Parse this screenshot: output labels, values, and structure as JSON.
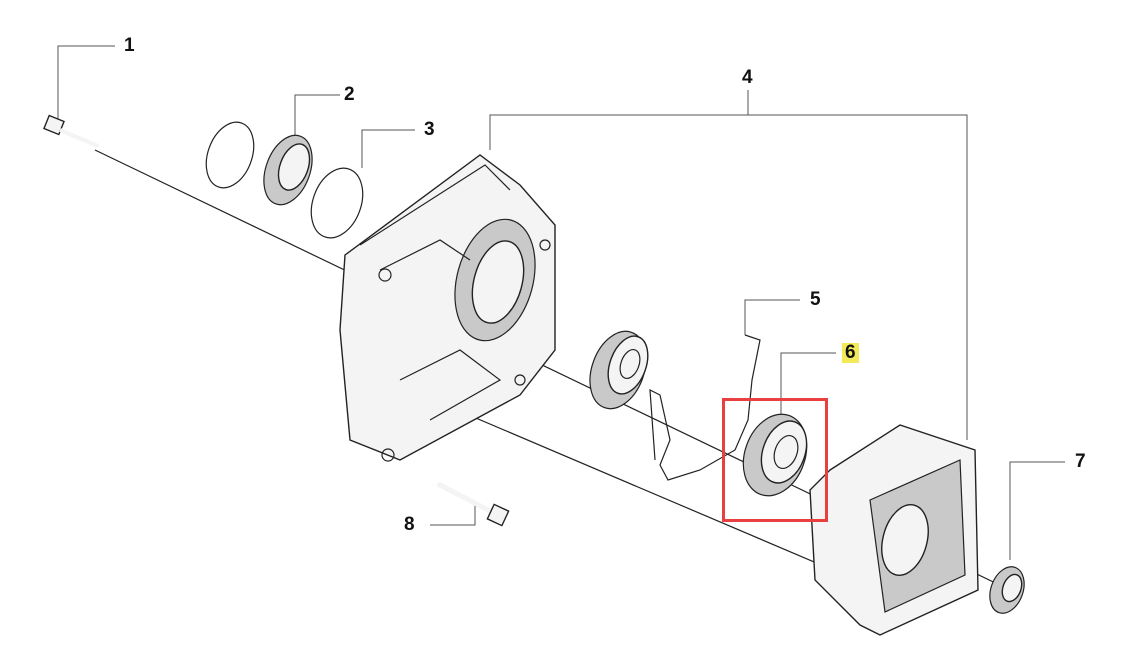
{
  "diagram": {
    "callouts": [
      {
        "id": "1",
        "label": "1"
      },
      {
        "id": "2",
        "label": "2"
      },
      {
        "id": "3",
        "label": "3"
      },
      {
        "id": "4",
        "label": "4"
      },
      {
        "id": "5",
        "label": "5"
      },
      {
        "id": "6",
        "label": "6",
        "highlighted": true
      },
      {
        "id": "7",
        "label": "7"
      },
      {
        "id": "8",
        "label": "8"
      }
    ],
    "selection_color": "#e8403f",
    "highlight_color": "#f3ea5a"
  }
}
